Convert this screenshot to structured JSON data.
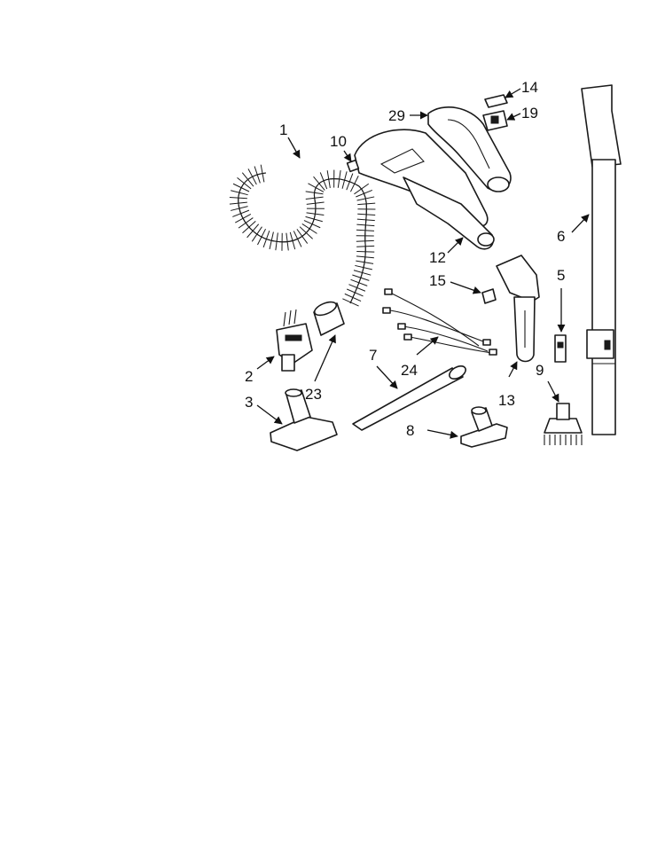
{
  "diagram": {
    "callouts": [
      {
        "id": "1",
        "label": "1"
      },
      {
        "id": "2",
        "label": "2"
      },
      {
        "id": "3",
        "label": "3"
      },
      {
        "id": "5",
        "label": "5"
      },
      {
        "id": "6",
        "label": "6"
      },
      {
        "id": "7",
        "label": "7"
      },
      {
        "id": "8",
        "label": "8"
      },
      {
        "id": "9",
        "label": "9"
      },
      {
        "id": "10",
        "label": "10"
      },
      {
        "id": "12",
        "label": "12"
      },
      {
        "id": "13",
        "label": "13"
      },
      {
        "id": "14",
        "label": "14"
      },
      {
        "id": "15",
        "label": "15"
      },
      {
        "id": "19",
        "label": "19"
      },
      {
        "id": "23",
        "label": "23"
      },
      {
        "id": "24",
        "label": "24"
      },
      {
        "id": "29",
        "label": "29"
      }
    ],
    "colors": {
      "line": "#1a1a1a",
      "background": "#ffffff"
    }
  }
}
